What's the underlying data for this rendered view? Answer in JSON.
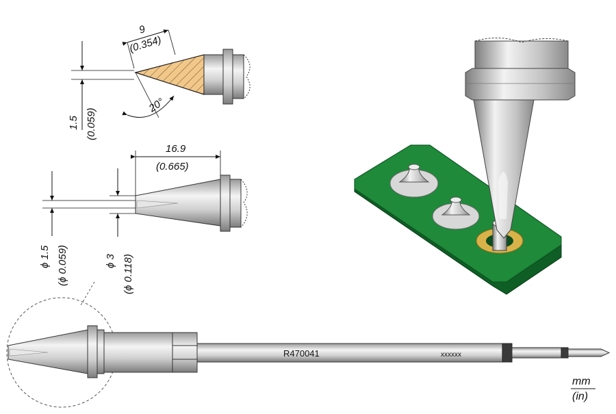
{
  "tip_profile": {
    "length_mm": "9",
    "length_in": "(0.354)",
    "tip_width_mm": "1.5",
    "tip_width_in": "(0.059)",
    "angle": "20°"
  },
  "tip_side": {
    "length_mm": "16.9",
    "length_in": "(0.665)",
    "tip_diameter_mm": "ϕ 1.5",
    "tip_diameter_in": "(ϕ 0.059)",
    "outer_diameter_mm": "ϕ 3",
    "outer_diameter_in": "(ϕ 0.118)"
  },
  "cartridge": {
    "part_number": "R470041",
    "serial_marking": "xxxxxx"
  },
  "units": {
    "primary": "mm",
    "secondary": "(in)"
  },
  "colors": {
    "pcb": "#1e8a3a",
    "pad": "#d9b34a",
    "steel": "#c8c8c8",
    "hatch": "#f2c88a"
  }
}
